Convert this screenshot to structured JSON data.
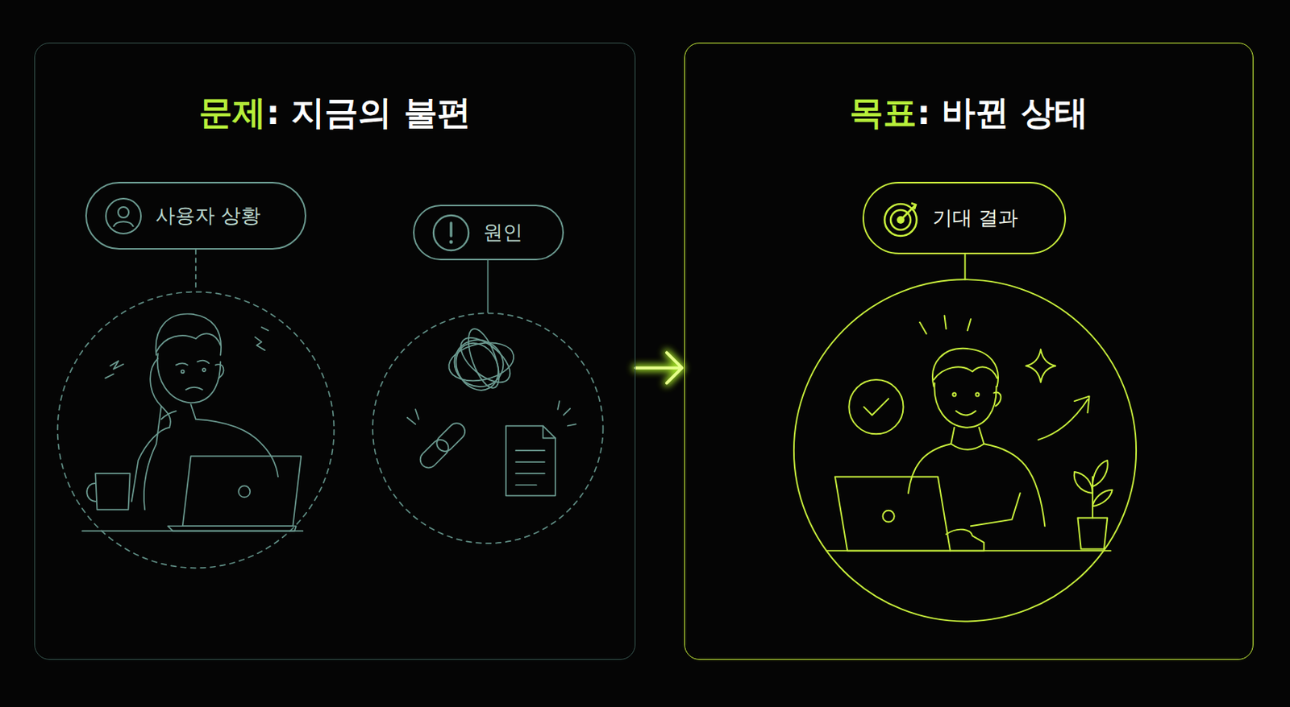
{
  "diagram": {
    "nodes": [
      {
        "text": [
          "문제",
          ": 지금의 불편"
        ]
      },
      {
        "text": [
          "사용자 상황"
        ],
        "in": 0
      },
      {
        "text": [
          "원인"
        ],
        "in": 0
      },
      {
        "text": [
          "목표",
          ": 바뀐 상태"
        ]
      },
      {
        "text": [
          "기대 결과"
        ],
        "in": 3
      }
    ],
    "edges": [
      {
        "from": 0,
        "to": 3,
        "arrow": "to"
      }
    ]
  }
}
